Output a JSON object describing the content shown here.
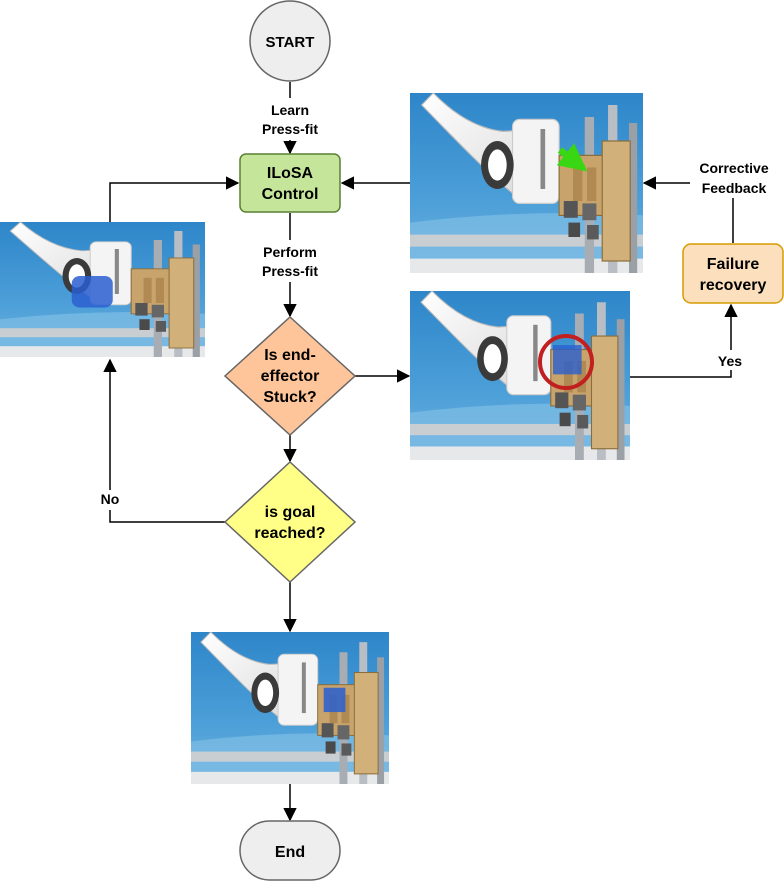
{
  "nodes": {
    "start": {
      "label": "START"
    },
    "ilosa": {
      "line1": "ILoSA",
      "line2": "Control"
    },
    "stuck": {
      "line1": "Is end-",
      "line2": "effector",
      "line3": "Stuck?"
    },
    "goal": {
      "line1": "is goal",
      "line2": "reached?"
    },
    "failure": {
      "line1": "Failure",
      "line2": "recovery"
    },
    "end": {
      "label": "End"
    }
  },
  "edge_labels": {
    "learn": {
      "line1": "Learn",
      "line2": "Press-fit"
    },
    "perform": {
      "line1": "Perform",
      "line2": "Press-fit"
    },
    "corrective": {
      "line1": "Corrective",
      "line2": "Feedback"
    },
    "yes": "Yes",
    "no": "No"
  },
  "photos": [
    {
      "name": "robot-photo-left",
      "highlight": "none"
    },
    {
      "name": "robot-photo-corrective",
      "highlight": "green-arrow"
    },
    {
      "name": "robot-photo-stuck",
      "highlight": "red-circle"
    },
    {
      "name": "robot-photo-goal",
      "highlight": "none"
    }
  ],
  "colors": {
    "start_end_fill": "#eeeeee",
    "ilosa_fill": "#c5e69a",
    "ilosa_stroke": "#5a7f33",
    "stuck_fill": "#ffc59a",
    "goal_fill": "#ffff88",
    "failure_fill": "#fce0be",
    "failure_stroke": "#d79b00",
    "highlight_arrow": "#39d613",
    "highlight_circle": "#c22020"
  }
}
